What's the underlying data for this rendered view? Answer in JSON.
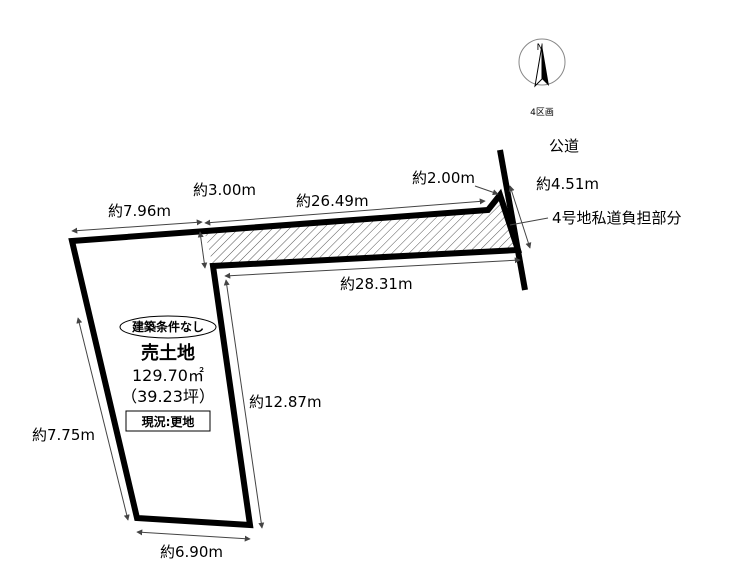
{
  "compass": {
    "north": "N",
    "district": "4区画"
  },
  "road": {
    "label": "公道"
  },
  "private_road": {
    "label": "4号地私道負担部分"
  },
  "lot": {
    "condition_badge": "建築条件なし",
    "title": "売土地",
    "area_sqm": "129.70㎡",
    "area_tsubo": "（39.23坪）",
    "status": "現況:更地"
  },
  "dimensions": {
    "top_left": "約7.96m",
    "access_width": "約3.00m",
    "top_strip": "約26.49m",
    "corner": "約2.00m",
    "road_frontage": "約4.51m",
    "bottom_strip": "約28.31m",
    "right_side": "約12.87m",
    "left_side": "約7.75m",
    "bottom": "約6.90m"
  }
}
